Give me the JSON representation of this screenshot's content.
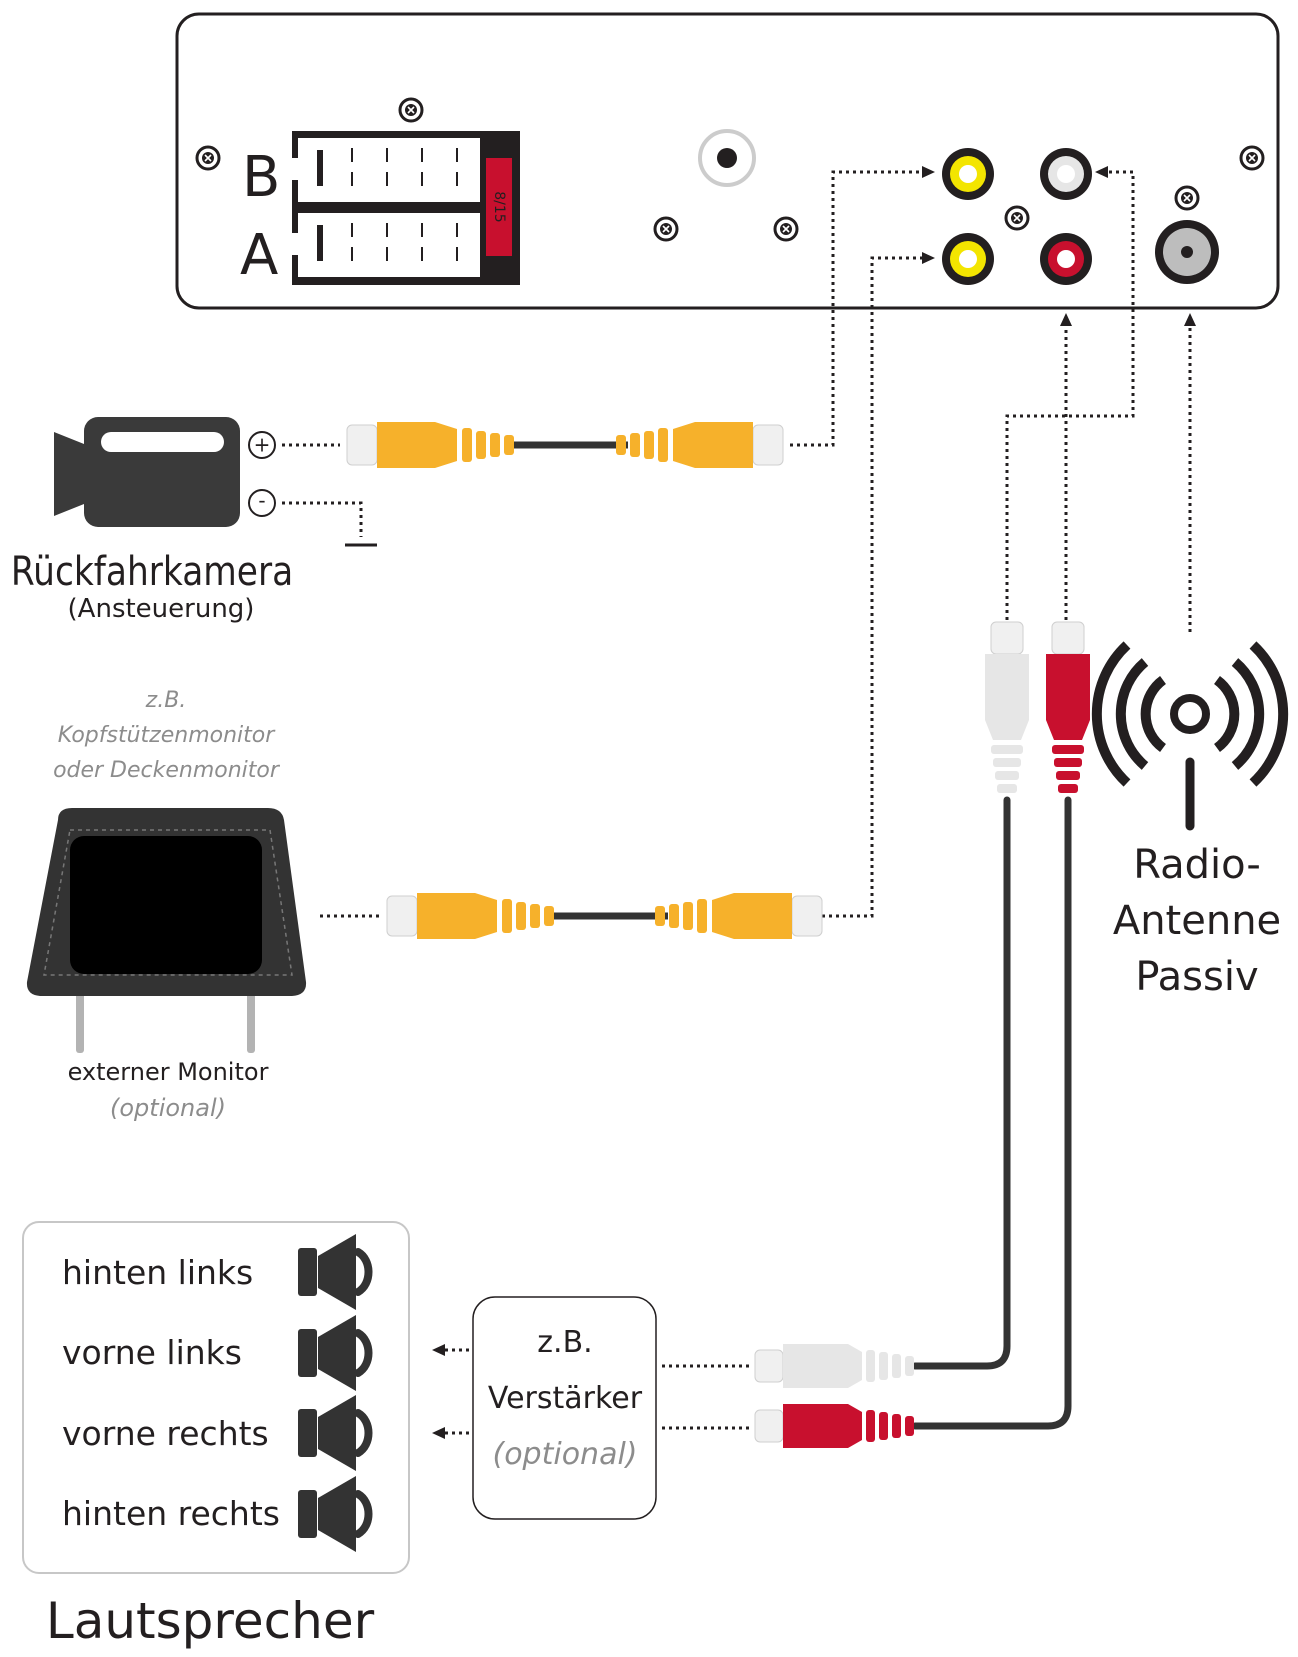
{
  "device": {
    "connector_b_label": "B",
    "connector_a_label": "A",
    "fuse_label": "8/15"
  },
  "camera": {
    "plus_symbol": "+",
    "minus_symbol": "-",
    "title": "Rückfahrkamera",
    "subtitle": "(Ansteuerung)"
  },
  "monitor": {
    "note_line1": "z.B.",
    "note_line2": "Kopfstützenmonitor",
    "note_line3": "oder Deckenmonitor",
    "title": "externer Monitor",
    "subtitle": "(optional)"
  },
  "antenna": {
    "line1": "Radio-",
    "line2": "Antenne",
    "line3": "Passiv"
  },
  "amplifier": {
    "line1": "z.B.",
    "line2": "Verstärker",
    "line3": "(optional)"
  },
  "speakers": {
    "items": [
      "hinten links",
      "vorne links",
      "vorne rechts",
      "hinten rechts"
    ],
    "title": "Lautsprecher"
  },
  "colors": {
    "yellow": "#f3e500",
    "red": "#c8102e",
    "white": "#e6e6e6",
    "cable_orange": "#f6b12b",
    "dark": "#231f20"
  },
  "icons": [
    "screw-icon",
    "rca-jack-icon",
    "camera-icon",
    "monitor-icon",
    "antenna-icon",
    "speaker-icon"
  ]
}
